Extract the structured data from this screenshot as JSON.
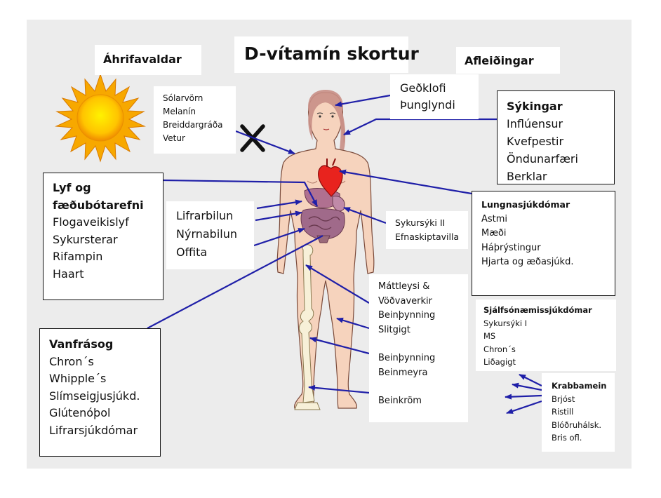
{
  "title": "D-vítamín skortur",
  "headers": {
    "left": "Áhrifavaldar",
    "right": "Afleiðingar"
  },
  "causes": {
    "sun_blockers": [
      "Sólarvörn",
      "Melanín",
      "Breiddargráða",
      "Vetur"
    ],
    "block_mark": "X",
    "drugs": {
      "title_lines": [
        "Lyf og",
        "fæðubótarefni"
      ],
      "items": [
        "Flogaveikislyf",
        "Sykursterar",
        "Rifampin",
        "Haart"
      ]
    },
    "organ_failure": [
      "Lifrarbilun",
      "Nýrnabilun",
      "Offita"
    ],
    "malabsorption": {
      "title": "Vanfrásog",
      "items": [
        "Chron´s",
        "Whipple´s",
        "Slímseigjusjúkd.",
        "Glútenóþol",
        "Lifrarsjúkdómar"
      ]
    }
  },
  "effects": {
    "mental": [
      "Geðklofi",
      "Þunglyndi"
    ],
    "infections": {
      "title": "Sýkingar",
      "items": [
        "Inflúensur",
        "Kvefpestir",
        "Öndunarfæri",
        "Berklar"
      ]
    },
    "lung": {
      "title": "Lungnasjúkdómar",
      "items": [
        "Astmi",
        "Mæði",
        "Háþrýstingur",
        "Hjarta og æðasjúkd."
      ]
    },
    "metabolic": [
      "Sykursýki II",
      "Efnaskiptavilla"
    ],
    "bone": {
      "group1": [
        "Máttleysi &",
        "Vöðvaverkir",
        "Beinþynning",
        "Slitgigt"
      ],
      "group2": [
        "Beinþynning",
        "Beinmeyra"
      ],
      "group3": [
        "Beinkröm"
      ]
    },
    "autoimmune": {
      "title": "Sjálfsónæmissjúkdómar",
      "items": [
        "Sykursýki I",
        "MS",
        "Chron´s",
        "Liðagigt"
      ]
    },
    "cancer": {
      "title": "Krabbamein",
      "items": [
        "Brjóst",
        "Ristill",
        "Blóðruhálsk.",
        "Bris ofl."
      ]
    }
  },
  "colors": {
    "arrow": "#1f1fa8",
    "sun": "#f5b400",
    "skin": "#f6d3bd",
    "heart": "#e8231e",
    "panel": "#ececec"
  },
  "icons": [
    "sun-icon",
    "human-body-icon",
    "heart-icon",
    "organs-icon",
    "skeleton-leg-icon",
    "x-mark-icon"
  ]
}
